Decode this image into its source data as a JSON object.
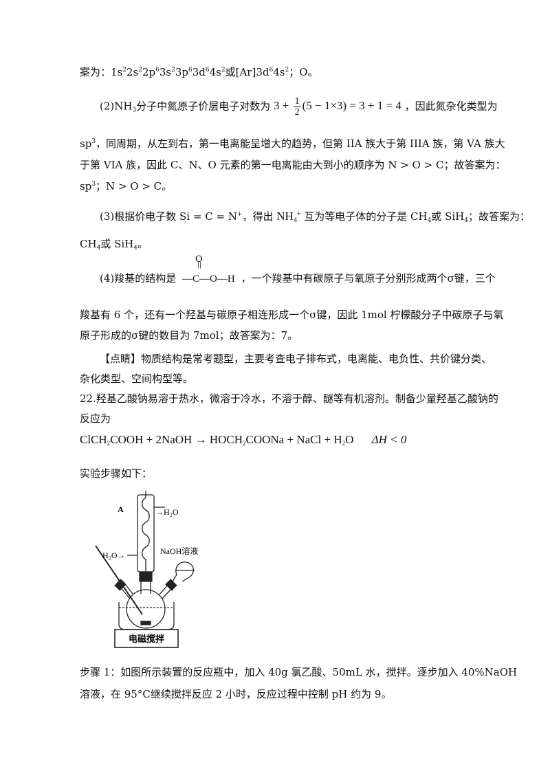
{
  "answer1": {
    "prefix": "案为：1s",
    "config_tail": "或[Ar]3d",
    "end": "；O。"
  },
  "q2": {
    "line1_prefix": "(2)NH",
    "line1_mid": "分子中氮原子价层电子对数为",
    "formula": "3 + ",
    "frac_num": "1",
    "frac_den": "2",
    "formula_tail": "(5 − 1×3) = 3 + 1 = 4",
    "line1_end": "，因此氮杂化类型为",
    "line2": "，同周期，从左到右，第一电离能呈增大的趋势，但第 IIA 族大于第 IIIA 族，第 VA 族大",
    "line3": "于第 VIA 族，因此 C、N、O 元素的第一电离能由大到小的顺序为 N > O > C；故答案为：",
    "line4": "；N > O > C。"
  },
  "q3": {
    "line1_prefix": "(3)根据价电子数 Si = C = N",
    "line1_mid": "，得出",
    "line1_end": "互为等电子体的分子是 CH",
    "line1_or": "或 SiH",
    "line1_tail": "；故答案为：",
    "line2_or": "或 SiH",
    "line2_end": "。"
  },
  "q4": {
    "line1_prefix": "(4)羧基的结构是",
    "struct_o": "O",
    "struct_main": "—C—O—H",
    "line1_end": "，一个羧基中有碳原子与氧原子分别形成两个σ键，三个",
    "line2": "羧基有 6 个，还有一个羟基与碳原子相连形成一个σ键，因此 1mol 柠檬酸分子中碳原子与氧",
    "line3": "原子形成的σ键的数目为 7mol；故答案为：7。"
  },
  "tip": {
    "line1": "【点睛】物质结构是常考题型，主要考查电子排布式，电离能、电负性、共价键分类、",
    "line2": "杂化类型、空间构型等。"
  },
  "q22": {
    "line1": "22.羟基乙酸钠易溶于热水，微溶于冷水，不溶于醇、醚等有机溶剂。制备少量羟基乙酸钠的",
    "line2": "反应为",
    "eq_left": "ClCH",
    "eq_mid1": "COOH + 2NaOH → HOCH",
    "eq_mid2": "COONa + NaCl + H",
    "eq_mid3": "O",
    "eq_dh": "ΔH < 0",
    "steps_title": "实验步骤如下："
  },
  "apparatus": {
    "label_a": "A",
    "label_water_out": "→H₂O",
    "label_water_in": "H₂O→",
    "label_naoh": "NaOH溶液",
    "label_stirrer": "电磁搅拌"
  },
  "step1": {
    "line1": "步骤 1：如图所示装置的反应瓶中，加入 40g 氯乙酸、50mL 水，搅拌。逐步加入 40%NaOH",
    "line2": "溶液，在 95°C继续搅拌反应 2 小时，反应过程中控制 pH 约为 9。"
  }
}
